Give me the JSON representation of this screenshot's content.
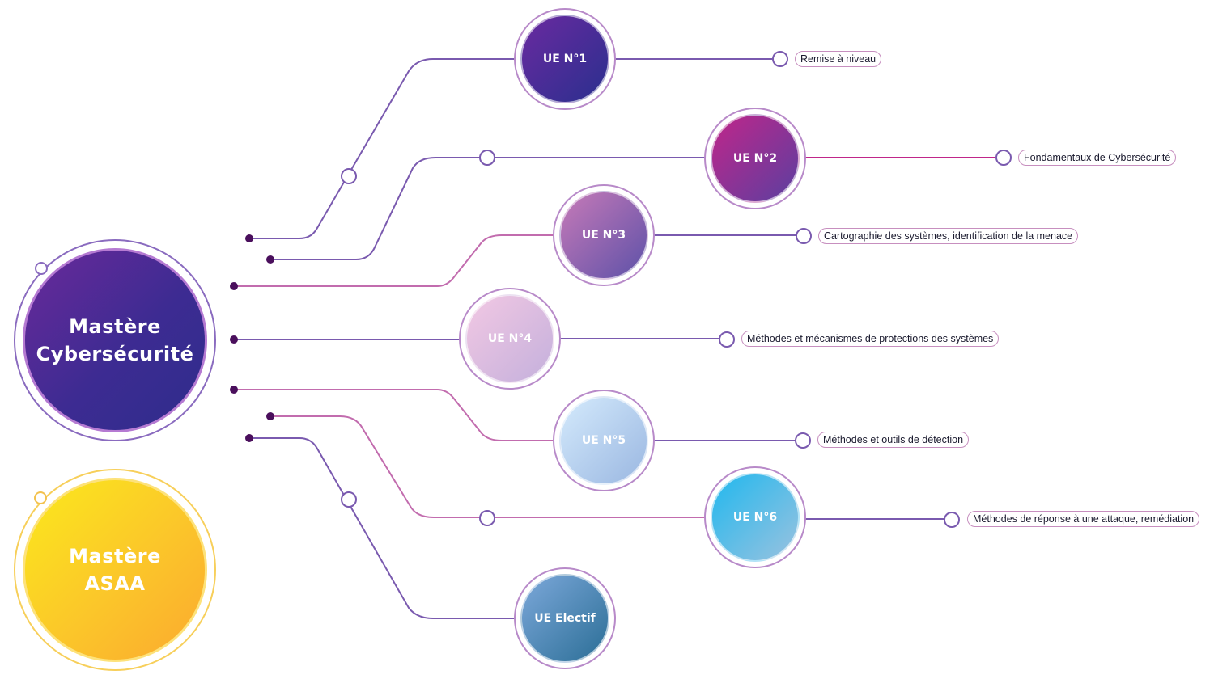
{
  "masters": {
    "cyber": {
      "line1": "Mastère",
      "line2": "Cybersécurité"
    },
    "asaa": {
      "line1": "Mastère",
      "line2": "ASAA"
    }
  },
  "units": [
    {
      "label": "UE N°1",
      "topic": "Remise à niveau"
    },
    {
      "label": "UE N°2",
      "topic": "Fondamentaux de Cybersécurité"
    },
    {
      "label": "UE N°3",
      "topic": "Cartographie des systèmes, identification de la menace"
    },
    {
      "label": "UE N°4",
      "topic": "Méthodes et mécanismes de protections des systèmes"
    },
    {
      "label": "UE N°5",
      "topic": "Méthodes et outils de détection"
    },
    {
      "label": "UE N°6",
      "topic": "Méthodes de réponse à une attaque, remédiation"
    },
    {
      "label": "UE Electif"
    }
  ],
  "colors": {
    "connector": "#7a5aaf",
    "connector_pink": "#c26cae",
    "dot": "#4a0f5c",
    "ring": "#b88ac9",
    "pill_border": "#c78fbf",
    "cyber_gradient": [
      "#6a2a9a",
      "#2e2d8c"
    ],
    "asaa_gradient": [
      "#fbe91c",
      "#fba92f"
    ],
    "ue_gradients": [
      [
        "#6a2aa0",
        "#2a2f8e"
      ],
      [
        "#c0268a",
        "#5b3fa0"
      ],
      [
        "#c77ab8",
        "#5d51a8"
      ],
      [
        "#f2c8e3",
        "#c4b0dc"
      ],
      [
        "#d4eafc",
        "#9ab7e1"
      ],
      [
        "#21b8ee",
        "#9ac2df"
      ],
      [
        "#7ca8da",
        "#2b6e96"
      ]
    ]
  }
}
